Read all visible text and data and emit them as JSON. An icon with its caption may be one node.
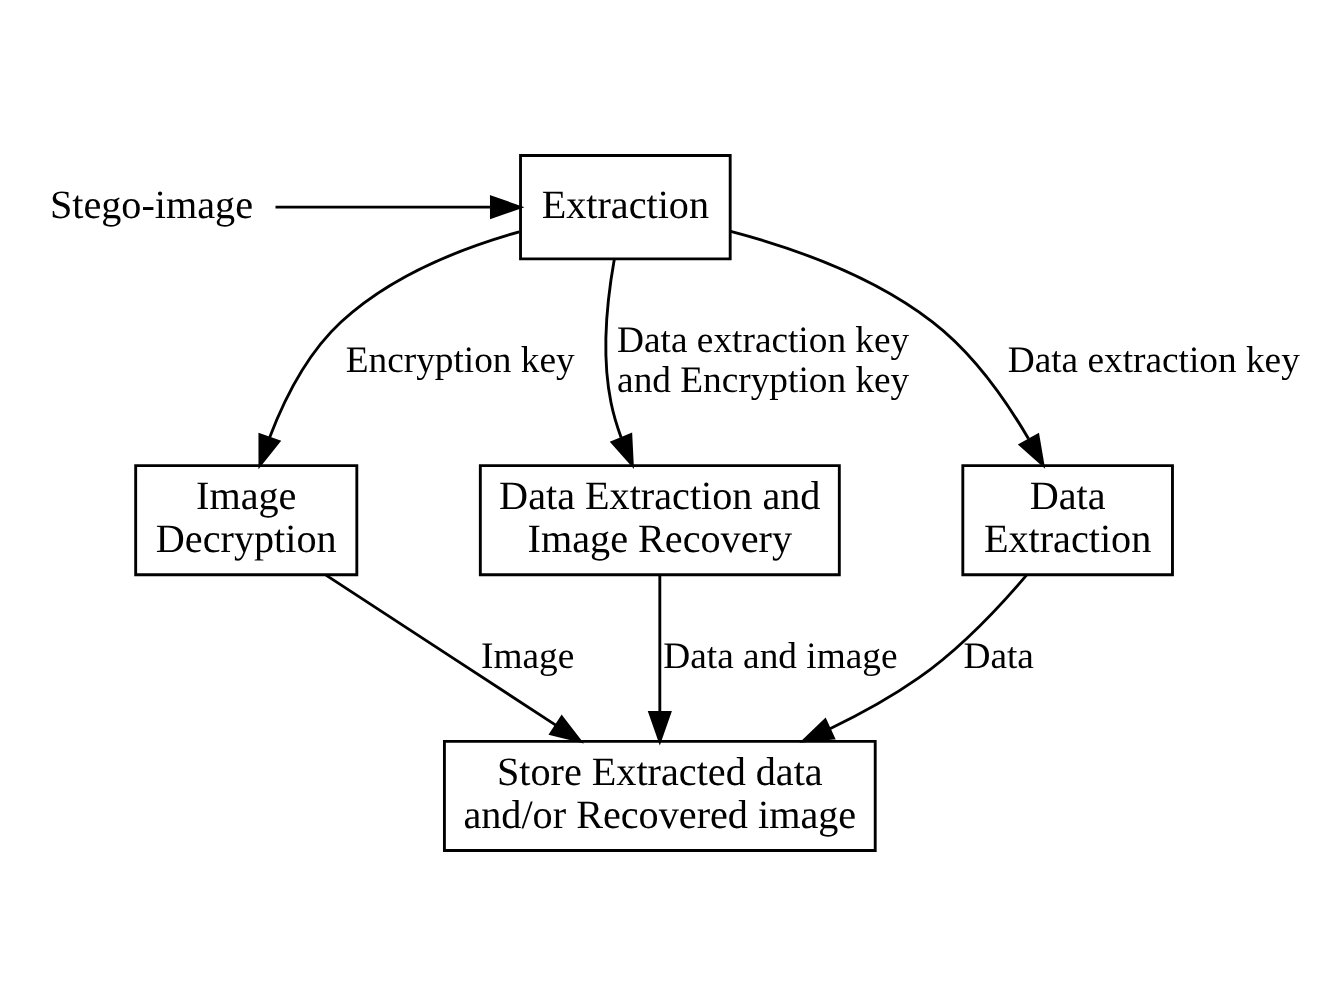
{
  "diagram": {
    "nodes": [
      {
        "text": [
          "Stego-image"
        ]
      },
      {
        "text": [
          "Extraction"
        ]
      },
      {
        "text": [
          "Image Decryption"
        ]
      },
      {
        "text": [
          "Data Extraction and Image Recovery"
        ]
      },
      {
        "text": [
          "Data Extraction"
        ]
      },
      {
        "text": [
          "Store Extracted data and/or Recovered image"
        ]
      }
    ],
    "edges": [
      {
        "from": 0,
        "to": 1,
        "arrow": "to"
      },
      {
        "from": 1,
        "to": 2,
        "arrow": "to",
        "label": "Encryption key"
      },
      {
        "from": 1,
        "to": 3,
        "arrow": "to",
        "label": "Data extraction key and Encryption key"
      },
      {
        "from": 1,
        "to": 4,
        "arrow": "to",
        "label": "Data extraction key"
      },
      {
        "from": 2,
        "to": 5,
        "arrow": "to",
        "label": "Image"
      },
      {
        "from": 3,
        "to": 5,
        "arrow": "to",
        "label": "Data and image"
      },
      {
        "from": 4,
        "to": 5,
        "arrow": "to",
        "label": "Data"
      }
    ]
  }
}
